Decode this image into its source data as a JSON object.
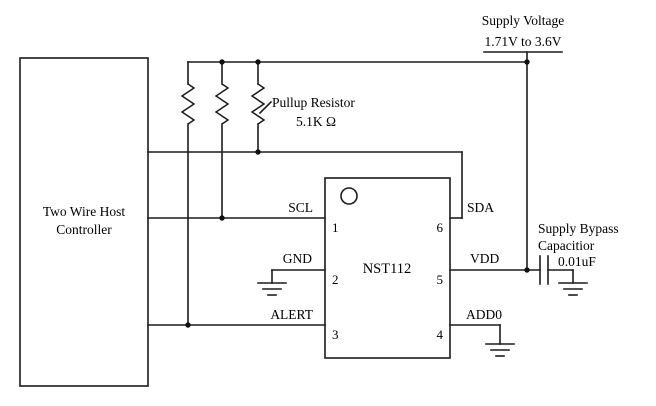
{
  "host": {
    "line1": "Two Wire Host",
    "line2": "Controller"
  },
  "supply": {
    "label": "Supply Voltage",
    "range": "1.71V to 3.6V"
  },
  "pullup": {
    "label": "Pullup Resistor",
    "value": "5.1K Ω"
  },
  "ic": {
    "name": "NST112",
    "pins": {
      "scl": {
        "label": "SCL",
        "number": "1"
      },
      "gnd": {
        "label": "GND",
        "number": "2"
      },
      "alert": {
        "label": "ALERT",
        "number": "3"
      },
      "add0": {
        "label": "ADD0",
        "number": "4"
      },
      "vdd": {
        "label": "VDD",
        "number": "5"
      },
      "sda": {
        "label": "SDA",
        "number": "6"
      }
    }
  },
  "bypass": {
    "line1": "Supply Bypass",
    "line2": "Capacitior",
    "value": "0.01uF"
  },
  "colors": {
    "wire": "#1c1c1c",
    "text": "#000000",
    "background": "#ffffff"
  }
}
